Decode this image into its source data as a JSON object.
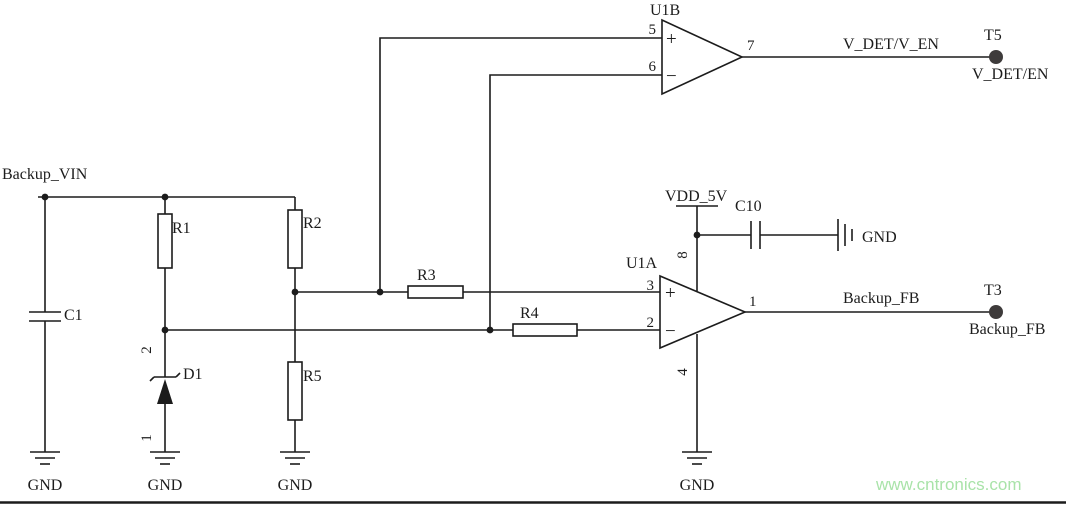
{
  "nets": {
    "backup_vin": "Backup_VIN",
    "v_det_v_en": "V_DET/V_EN",
    "backup_fb": "Backup_FB",
    "vdd_5v": "VDD_5V",
    "gnd": "GND"
  },
  "components": {
    "c1": "C1",
    "r1": "R1",
    "r2": "R2",
    "r3": "R3",
    "r4": "R4",
    "r5": "R5",
    "d1": "D1",
    "c10": "C10",
    "u1b": "U1B",
    "u1a": "U1A"
  },
  "pins": {
    "u1b_noninv": "5",
    "u1b_inv": "6",
    "u1b_out": "7",
    "u1a_noninv": "3",
    "u1a_inv": "2",
    "u1a_out": "1",
    "u1a_vplus": "8",
    "u1a_vminus": "4",
    "d1_cathode": "2",
    "d1_anode": "1",
    "plus": "+",
    "minus": "−"
  },
  "terminals": {
    "t5": {
      "ref": "T5",
      "label": "V_DET/EN"
    },
    "t3": {
      "ref": "T3",
      "label": "Backup_FB"
    }
  },
  "watermark": {
    "text": "www.cntronics.com",
    "color": "#a9e3a9"
  },
  "colors": {
    "wire": "#1c1c1c",
    "terminal": "#3e3b3b",
    "background": "#ffffff"
  }
}
